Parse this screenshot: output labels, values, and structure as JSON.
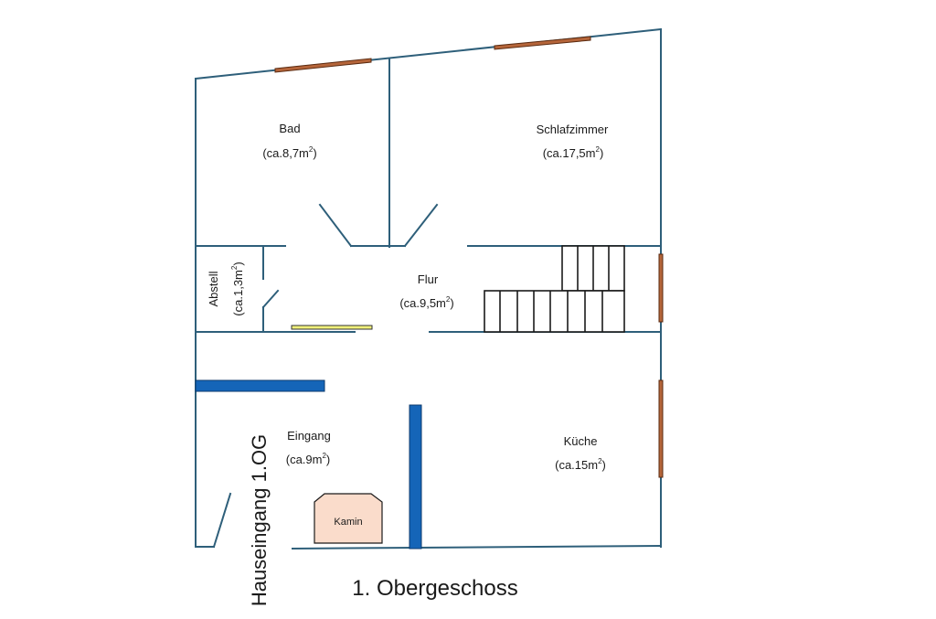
{
  "title": "1. Obergeschoss",
  "entrance_label": "Hauseingang 1.OG",
  "rooms": {
    "bad": {
      "name": "Bad",
      "area_prefix": "(ca.8,7m",
      "area_suffix": ")",
      "sup": "2"
    },
    "schlafzimmer": {
      "name": "Schlafzimmer",
      "area_prefix": "(ca.17,5m",
      "area_suffix": ")",
      "sup": "2"
    },
    "abstell": {
      "name": "Abstell",
      "area_prefix": "(ca.1,3m",
      "area_suffix": ")",
      "sup": "2"
    },
    "flur": {
      "name": "Flur",
      "area_prefix": "(ca.9,5m",
      "area_suffix": ")",
      "sup": "2"
    },
    "eingang": {
      "name": "Eingang",
      "area_prefix": "(ca.9m",
      "area_suffix": ")",
      "sup": "2"
    },
    "kueche": {
      "name": "Küche",
      "area_prefix": "(ca.15m",
      "area_suffix": ")",
      "sup": "2"
    }
  },
  "fixtures": {
    "kamin": "Kamin"
  },
  "colors": {
    "wall": "#2e5f7a",
    "window": "#b5653a",
    "window_outline": "#5a2a10",
    "blue_wall": "#1565b8",
    "yellow_bar": "#f0f07a",
    "kamin_fill": "#fadccb",
    "stair_line": "#1a1a1a"
  }
}
